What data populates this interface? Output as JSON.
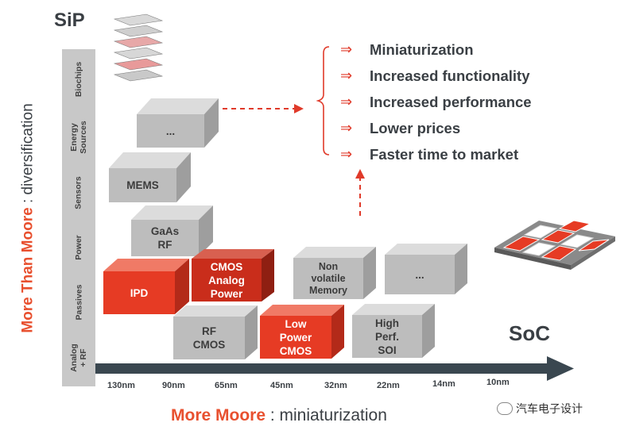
{
  "sip_label": "SiP",
  "soc_label": "SoC",
  "y_axis": {
    "highlight": "More Than Moore",
    "rest": " : diversification"
  },
  "x_axis": {
    "highlight": "More Moore",
    "rest": " : miniaturization"
  },
  "categories": [
    "Biochips",
    "Energy Sources",
    "Sensors",
    "Power",
    "Passives",
    "Analog + RF"
  ],
  "nodes": [
    "130nm",
    "90nm",
    "65nm",
    "45nm",
    "32nm",
    "22nm",
    "14nm",
    "10nm"
  ],
  "benefits": [
    "Miniaturization",
    "Increased functionality",
    "Increased performance",
    "Lower prices",
    "Faster time to market"
  ],
  "arrow_glyph": "⇒",
  "cubes": {
    "dots_top": "...",
    "mems": "MEMS",
    "gaas_rf": "GaAs RF",
    "ipd": "IPD",
    "cmos_analog_power": "CMOS Analog Power",
    "nonvolatile_memory": "Non volatile Memory",
    "dots_right": "...",
    "rf_cmos": "RF CMOS",
    "low_power_cmos": "Low Power CMOS",
    "high_perf_soi": "High Perf. SOI"
  },
  "watermark": "汽车电子设计",
  "colors": {
    "accent_red": "#e63b24",
    "dark_red": "#c92d1b",
    "gray_cube": "#bdbdbd",
    "arrow": "#3a4750",
    "text": "#3a3f44"
  }
}
